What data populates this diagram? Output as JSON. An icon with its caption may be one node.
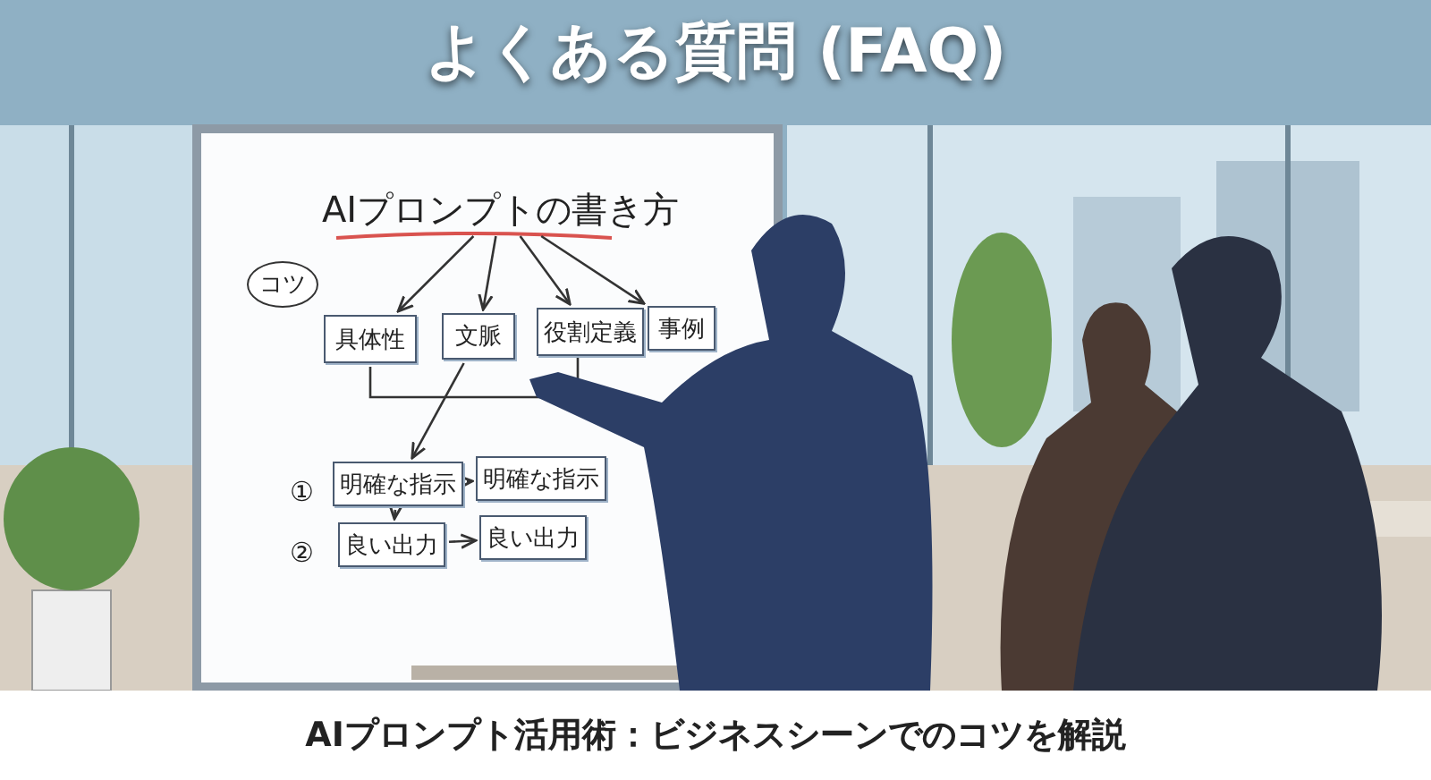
{
  "diagram": {
    "title": "よくある質問 (FAQ)",
    "caption": "AIプロンプト活用術：ビジネスシーンでのコツを解説",
    "nodes": [
      {
        "text": [
          "AIプロンプトの書き方"
        ]
      },
      {
        "text": [
          "コツ"
        ]
      },
      {
        "text": [
          "具体性"
        ]
      },
      {
        "text": [
          "文脈"
        ]
      },
      {
        "text": [
          "役割定義"
        ]
      },
      {
        "text": [
          "事例"
        ]
      },
      {
        "text": [
          "明確な指示"
        ]
      },
      {
        "text": [
          "明確な指示"
        ]
      },
      {
        "text": [
          "良い出力"
        ]
      },
      {
        "text": [
          "良い出力"
        ]
      }
    ],
    "edges": [
      {
        "from": 0,
        "to": 2,
        "arrow": "to"
      },
      {
        "from": 0,
        "to": 3,
        "arrow": "to"
      },
      {
        "from": 0,
        "to": 4,
        "arrow": "to"
      },
      {
        "from": 0,
        "to": 5,
        "arrow": "to"
      },
      {
        "from": 3,
        "to": 6,
        "arrow": "to"
      },
      {
        "from": 6,
        "to": 7,
        "arrow": "to"
      },
      {
        "from": 6,
        "to": 8,
        "arrow": "to"
      },
      {
        "from": 8,
        "to": 9,
        "arrow": "to"
      }
    ],
    "labels": [
      "①",
      "②"
    ]
  }
}
